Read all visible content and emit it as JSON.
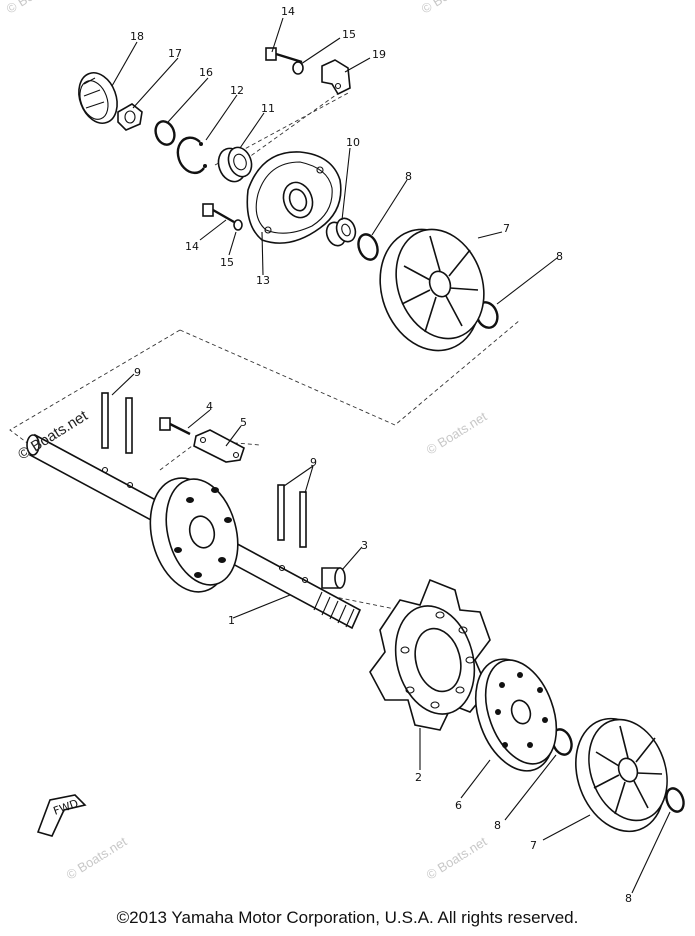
{
  "callouts": [
    "1",
    "2",
    "3",
    "4",
    "5",
    "6",
    "7",
    "8",
    "9",
    "10",
    "11",
    "12",
    "13",
    "14",
    "15",
    "16",
    "17",
    "18",
    "19"
  ],
  "fwd_label": "FWD",
  "watermark": "© Boats.net",
  "copyright": "©2013 Yamaha Motor Corporation, U.S.A. All rights reserved."
}
